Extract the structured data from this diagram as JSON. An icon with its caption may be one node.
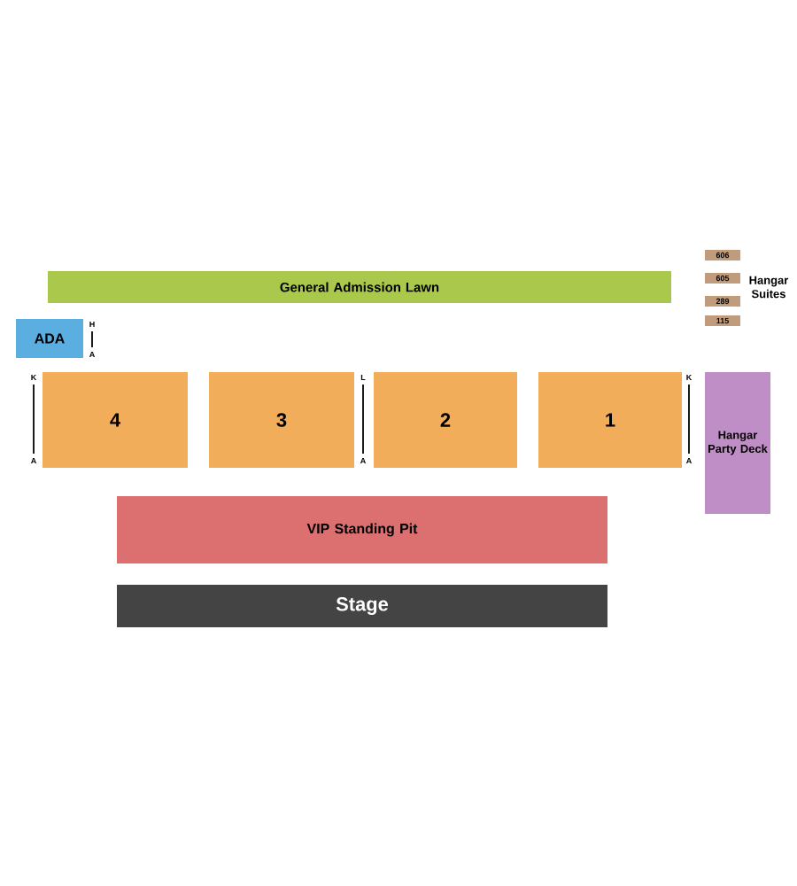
{
  "diagram": {
    "nodes": [
      {
        "text": [
          "General Admission Lawn"
        ]
      },
      {
        "text": [
          "ADA"
        ]
      },
      {
        "text": [
          "4"
        ]
      },
      {
        "text": [
          "3"
        ]
      },
      {
        "text": [
          "2"
        ]
      },
      {
        "text": [
          "1"
        ]
      },
      {
        "text": [
          "Hangar Party Deck"
        ]
      },
      {
        "text": [
          "VIP Standing Pit"
        ]
      },
      {
        "text": [
          "Stage"
        ]
      },
      {
        "text": [
          "606"
        ]
      },
      {
        "text": [
          "605"
        ]
      },
      {
        "text": [
          "289"
        ]
      },
      {
        "text": [
          "115"
        ]
      }
    ],
    "labels": [
      "Hangar Suites",
      "H",
      "A",
      "K",
      "A",
      "L",
      "A",
      "K",
      "A"
    ]
  }
}
